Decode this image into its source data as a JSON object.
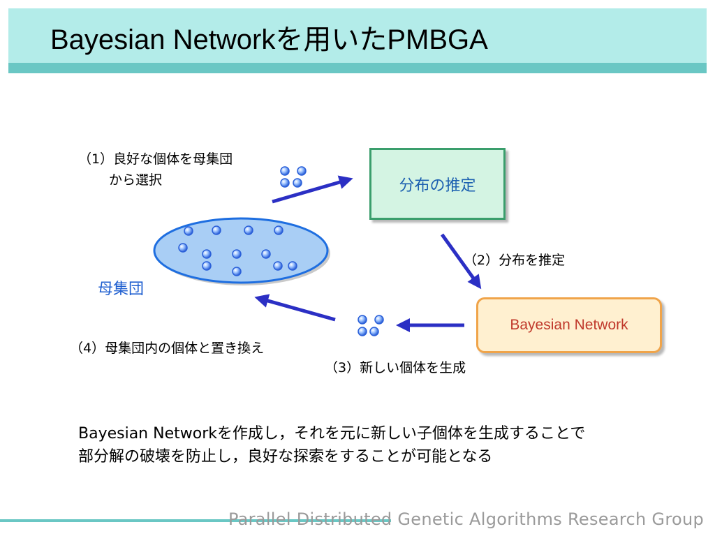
{
  "slide": {
    "title": "Bayesian NetworkをⅠ用いたPMBGA",
    "footer": "Parallel Distributed Genetic Algorithms Research Group"
  },
  "diagram": {
    "step1_line1": "（1）良好な個体を母集団",
    "step1_line2": "から選択",
    "step2": "（2）分布を推定",
    "step3": "（3）新しい個体を生成",
    "step4": "（4）母集団内の個体と置き換え",
    "box_distribution": "分布の推定",
    "box_bayesian": "Bayesian Network",
    "population_label": "母集団"
  },
  "summary": {
    "line1": "Bayesian Networkを作成し，それを元に新しい子個体を生成することで",
    "line2": "部分解の破壊を防止し，良好な探索をすることが可能となる"
  },
  "colors": {
    "title_band": "#b3ece9",
    "title_bar": "#6ac7c4",
    "arrow": "#2b2fc4",
    "population_fill": "#a9cef5",
    "population_stroke": "#1e6ee0",
    "dist_box_fill": "#d4f4e3",
    "dist_box_stroke": "#3a9e6c",
    "bn_box_fill": "#fff0d0",
    "bn_box_stroke": "#f0a44a",
    "bn_text": "#c0392b",
    "dist_text": "#1b5fb0",
    "population_text": "#1f5fd0"
  }
}
